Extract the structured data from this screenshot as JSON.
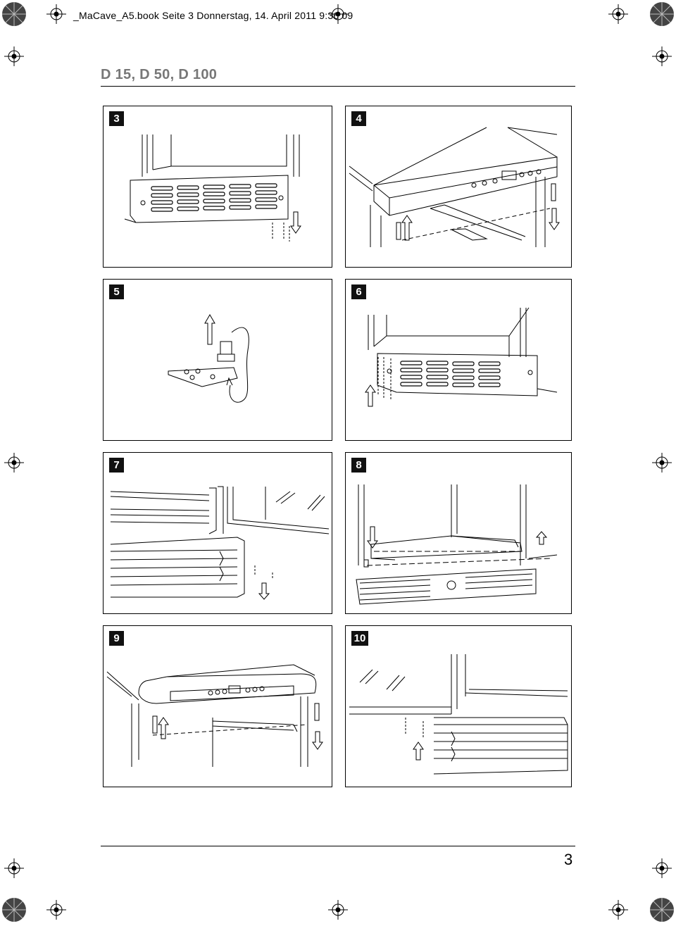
{
  "header": {
    "slug": "_MaCave_A5.book  Seite 3  Donnerstag, 14. April 2011  9:36 09",
    "models": "D 15, D 50, D 100"
  },
  "figures": [
    {
      "number": "3"
    },
    {
      "number": "4"
    },
    {
      "number": "5"
    },
    {
      "number": "6"
    },
    {
      "number": "7"
    },
    {
      "number": "8"
    },
    {
      "number": "9"
    },
    {
      "number": "10"
    }
  ],
  "footer": {
    "page_number": "3"
  },
  "colors": {
    "ink": "#000000",
    "heading_gray": "#777777",
    "badge": "#111111"
  }
}
